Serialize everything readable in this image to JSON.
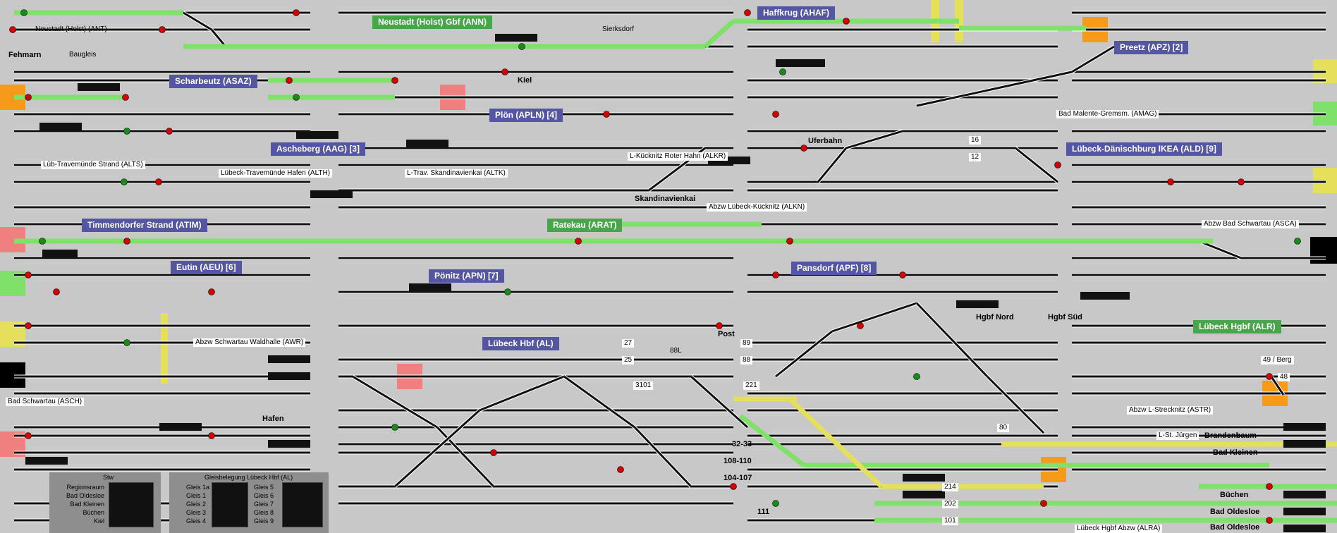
{
  "colors": {
    "background": "#c8c8c8",
    "track": "#111111",
    "track_edge": "#ffffff",
    "occupied_green": "#7fe06a",
    "warning_yellow": "#e4e05c",
    "alert_orange": "#f79a1a",
    "alert_red": "#f08080",
    "station_blue": "#5456a4",
    "station_green": "#47a64a",
    "signal_red": "#d10000",
    "signal_green": "#1a8a1a"
  },
  "stations": [
    {
      "id": "neustadt-gbf",
      "text": "Neustadt (Holst) Gbf (ANN)",
      "style": "green"
    },
    {
      "id": "haffkrug",
      "text": "Haffkrug (AHAF)",
      "style": "blue"
    },
    {
      "id": "preetz",
      "text": "Preetz (APZ) [2]",
      "style": "blue"
    },
    {
      "id": "scharbeutz",
      "text": "Scharbeutz (ASAZ)",
      "style": "blue"
    },
    {
      "id": "ploen",
      "text": "Plön (APLN) [4]",
      "style": "blue"
    },
    {
      "id": "ascheberg",
      "text": "Ascheberg (AAG) [3]",
      "style": "blue"
    },
    {
      "id": "luebeck-daenischburg",
      "text": "Lübeck-Dänischburg IKEA    (ALD) [9]",
      "style": "blue"
    },
    {
      "id": "timmendorfer",
      "text": "Timmendorfer Strand (ATIM)",
      "style": "blue"
    },
    {
      "id": "ratekau",
      "text": "Ratekau (ARAT)",
      "style": "green"
    },
    {
      "id": "eutin",
      "text": "Eutin (AEU) [6]",
      "style": "blue"
    },
    {
      "id": "poenitz",
      "text": "Pönitz (APN) [7]",
      "style": "blue"
    },
    {
      "id": "pansdorf",
      "text": "Pansdorf (APF) [8]",
      "style": "blue"
    },
    {
      "id": "luebeck-hbf",
      "text": "Lübeck Hbf (AL)",
      "style": "blue"
    },
    {
      "id": "luebeck-hgbf",
      "text": "Lübeck Hgbf (ALR)",
      "style": "green"
    }
  ],
  "labels": {
    "neustadt_ant": "Neustadt (Holst) (ANT)",
    "fehmarn": "Fehmarn",
    "baugleis": "Baugleis",
    "sierksdorf": "Sierksdorf",
    "kiel": "Kiel",
    "bad_malente": "Bad Malente-Gremsm. (AMAG)",
    "lueb_travemuende_strand": "Lüb-Travemünde Strand (ALTS)",
    "luebeck_travemuende_hafen": "Lübeck-Travemünde Hafen (ALTH)",
    "l_trav_skandinavienkai": "L-Trav. Skandinavienkai (ALTK)",
    "l_kuecknitz": "L-Kücknitz Roter Hahn (ALKR)",
    "uferbahn": "Uferbahn",
    "skandinavienkai": "Skandinavienkai",
    "abzw_kuecknitz": "Abzw Lübeck-Kücknitz (ALKN)",
    "abzw_bad_schwartau": "Abzw Bad Schwartau (ASCA)",
    "abzw_waldhalle": "Abzw Schwartau Waldhalle (AWR)",
    "bad_schwartau": "Bad Schwartau (ASCH)",
    "hafen": "Hafen",
    "post": "Post",
    "hgbf_nord": "Hgbf Nord",
    "hgbf_sued": "Hgbf Süd",
    "abzw_strecknitz": "Abzw L-Strecknitz (ASTR)",
    "l_st_juergen": "L-St. Jürgen",
    "brandenbaum": "Brandenbaum",
    "bad_kleinen": "Bad Kleinen",
    "buechen": "Büchen",
    "bad_oldesloe_1": "Bad Oldesloe",
    "bad_oldesloe_2": "Bad Oldesloe",
    "abzw_alra": "Lübeck Hgbf Abzw (ALRA)",
    "g_32_33": "32-33",
    "g_108_110": "108-110",
    "g_104_107": "104-107",
    "g_111": "111",
    "t_3101": "3101",
    "t_221": "221",
    "t_214": "214",
    "t_202": "202",
    "t_101": "101",
    "t_89": "89",
    "t_88": "88",
    "t_27": "27",
    "t_25": "25",
    "t_88l": "88L",
    "t_49berg": "49 / Berg",
    "t_48": "48",
    "t_80": "80",
    "t_16": "16",
    "t_12": "12"
  },
  "panel_stw": {
    "title": "Stw",
    "rows": [
      "Regionsraum",
      "Bad Oldesloe",
      "Bad Kleinen",
      "Büchen",
      "Kiel"
    ]
  },
  "panel_gleis": {
    "title": "Gleisbelegung Lübeck Hbf (AL)",
    "left": [
      "Gleis 1a",
      "Gleis 1",
      "Gleis 2",
      "Gleis 3",
      "Gleis 4"
    ],
    "right": [
      "Gleis 5",
      "Gleis 6",
      "Gleis 7",
      "Gleis 8",
      "Gleis 9"
    ]
  }
}
